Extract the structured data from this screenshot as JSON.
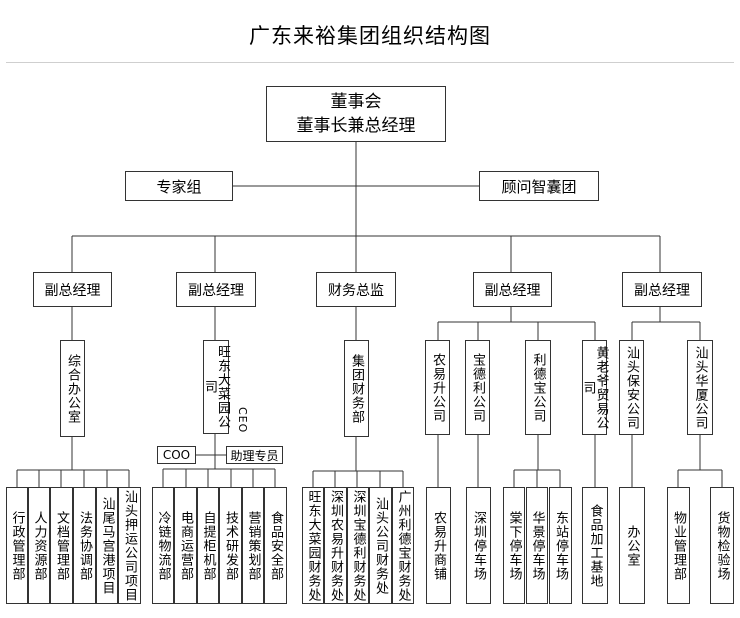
{
  "title": "广东来裕集团组织结构图",
  "board": {
    "line1": "董事会",
    "line2": "董事长兼总经理"
  },
  "advisors": {
    "left": "专家组",
    "right": "顾问智囊团"
  },
  "level2": [
    "副总经理",
    "副总经理",
    "财务总监",
    "副总经理",
    "副总经理"
  ],
  "level3": {
    "office": "综合办公室",
    "wangdong": "旺东大菜园公司",
    "group_finance": "集团财务部",
    "companies_a": [
      "农易升公司",
      "宝德利公司",
      "利德宝公司",
      "黄老爷贸易公司"
    ],
    "companies_b": [
      "汕头保安公司",
      "汕头华厦公司"
    ]
  },
  "ceo_label": "CEO",
  "coo_label": "COO",
  "assistant_label": "助理专员",
  "level4": {
    "office_depts": [
      "行政管理部",
      "人力资源部",
      "文档管理部",
      "法务协调部",
      "汕尾马宫港项目",
      "汕头押运公司项目"
    ],
    "wangdong_depts": [
      "冷链物流部",
      "电商运营部",
      "自提柜机部",
      "技术研发部",
      "营销策划部",
      "食品安全部"
    ],
    "finance_depts": [
      "旺东大菜园财务处",
      "深圳农易升财务处",
      "深圳宝德利财务处",
      "汕头公司财务处",
      "广州利德宝财务处"
    ],
    "company_units": [
      "农易升商铺",
      "深圳停车场",
      "棠下停车场",
      "华景停车场",
      "东站停车场",
      "食品加工基地"
    ],
    "security_units": [
      "办公室"
    ],
    "huaxia_units": [
      "物业管理部",
      "货物检验场"
    ]
  }
}
